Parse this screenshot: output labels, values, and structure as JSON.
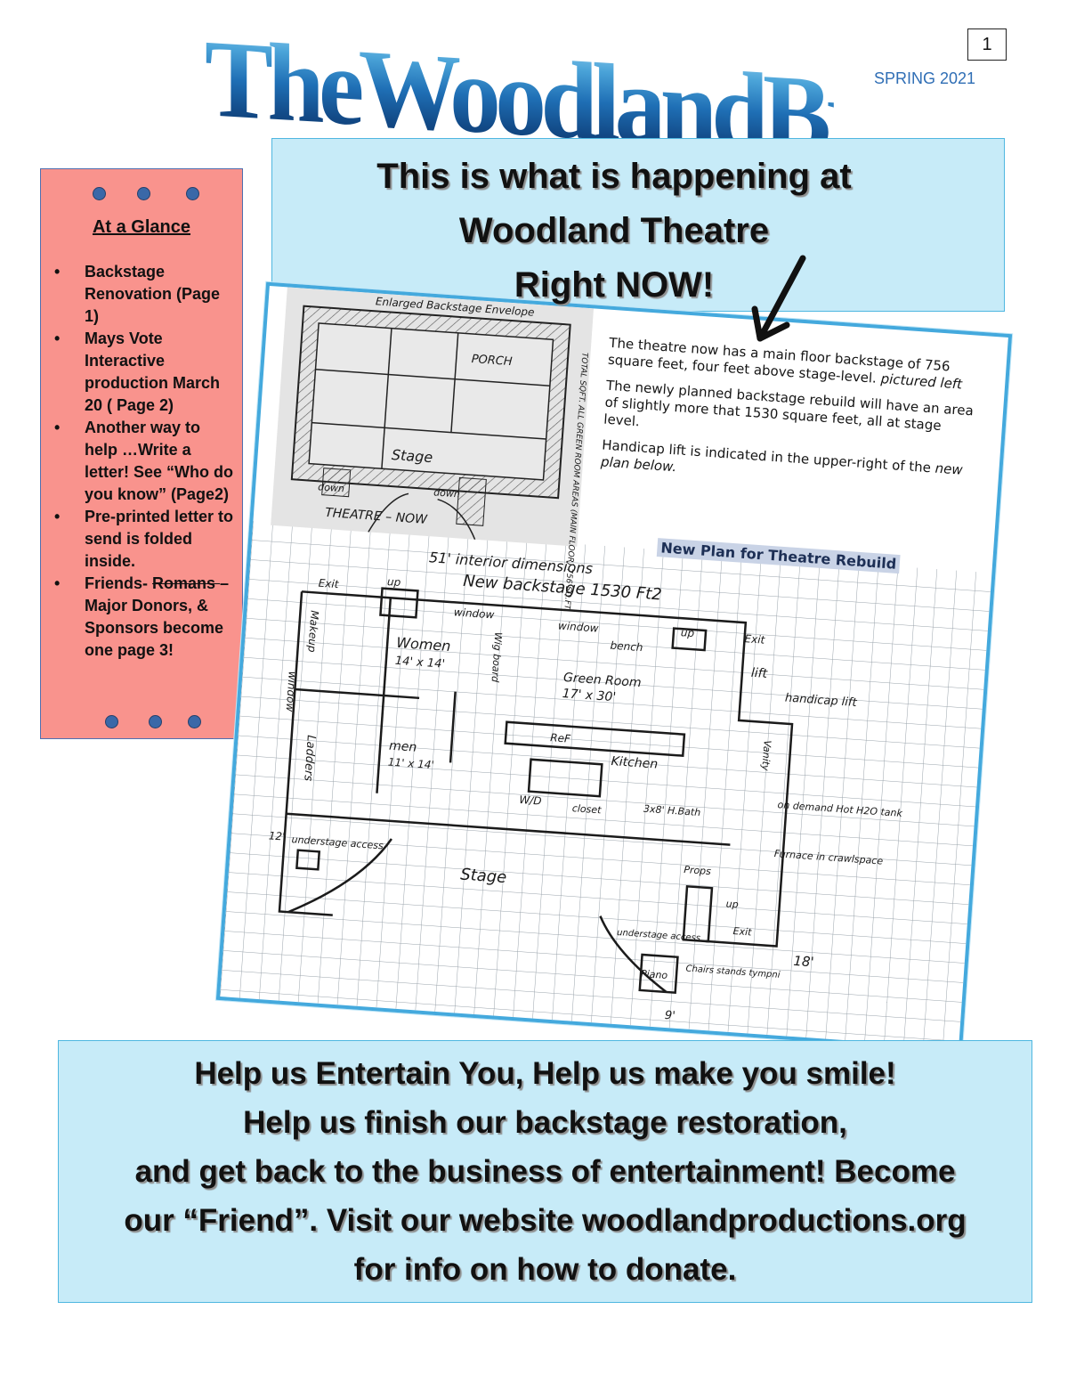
{
  "masthead": {
    "title": "TheWoodlandBreeze",
    "issue": "SPRING 2021",
    "page_number": "1"
  },
  "headline": {
    "lines": [
      "This is what is happening at",
      "Woodland Theatre",
      "Right NOW!"
    ]
  },
  "sidebar": {
    "title": "At a Glance",
    "items": [
      {
        "text": "Backstage Renovation (Page 1)"
      },
      {
        "text": "Mays Vote Interactive production March 20 ( Page 2)"
      },
      {
        "text": "Another way to help …Write a letter! See “Who do you know” (Page2)"
      },
      {
        "text": "Pre-printed letter to send is folded inside."
      },
      {
        "text_before": "Friends- ",
        "strike": "Romans ",
        "text_after": "– Major Donors, & Sponsors become one page 3!"
      }
    ]
  },
  "plan": {
    "caption_1": "The theatre now has a main floor backstage of 756 square feet, four feet above stage-level.",
    "caption_1_italic": "pictured left",
    "caption_2": "The newly planned backstage rebuild will have an area of slightly more that 1530 square feet, all at stage level.",
    "caption_3_before": "Handicap lift is indicated in the upper-right of the",
    "caption_3_italic": "new plan below.",
    "new_plan_label": "New Plan for Theatre Rebuild",
    "old_sketch": {
      "title": "Enlarged Backstage Envelope",
      "porch": "PORCH",
      "stage": "Stage",
      "theatre_now": "THEATRE – NOW",
      "down_left": "down",
      "down_right": "down",
      "side_note": "TOTAL SQFT. ALL GREEN ROOM AREAS (MAIN FLOOR) 756 SQ.FT."
    },
    "sketch": {
      "dims": "51' interior dimensions",
      "area": "New backstage 1530 Ft2",
      "exit_left": "Exit",
      "exit_right": "Exit",
      "exit_bottom": "Exit",
      "up_left": "up",
      "up_right": "up",
      "up_bottom": "up",
      "window_1": "window",
      "window_2": "window",
      "window_3": "window",
      "bench": "bench",
      "women": "Women",
      "women_size": "14' x 14'",
      "men": "men",
      "men_size": "11' x 14'",
      "green_room": "Green Room",
      "green_room_size": "17' x 30'",
      "kitchen": "Kitchen",
      "ref": "ReF",
      "closet": "closet",
      "bath": "3x8' H.Bath",
      "wd": "W/D",
      "lift": "lift",
      "handicap_lift": "handicap lift",
      "vanity": "Vanity",
      "ladders": "Ladders",
      "makeup": "Makeup",
      "wig_board": "Wig board",
      "on_demand": "on demand Hot H2O tank",
      "furnace": "Furnace in crawlspace",
      "props": "Props",
      "stage": "Stage",
      "understage_left": "understage access",
      "understage_right": "understage access",
      "piano": "Piano",
      "chairs": "Chairs stands tympni",
      "dim_18": "18'",
      "dim_9": "9'",
      "dim_12": "12'"
    }
  },
  "appeal": {
    "lines": [
      "Help us Entertain You, Help us make you smile!",
      "Help us finish our backstage restoration,",
      "and get back to the  business of entertainment! Become",
      "our “Friend”. Visit our website woodlandproductions.org",
      "for info on how to donate."
    ]
  }
}
